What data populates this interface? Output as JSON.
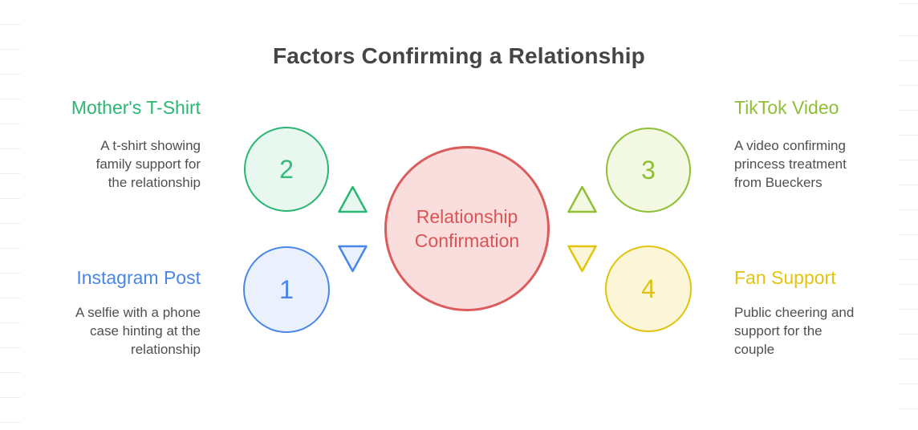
{
  "title": "Factors Confirming a Relationship",
  "center": {
    "lines": [
      "Relationship",
      "Confirmation"
    ],
    "border_color": "#dc5c5c",
    "fill_color": "#fadddd",
    "text_color": "#d95555"
  },
  "factors": [
    {
      "number": "1",
      "heading": "Instagram Post",
      "desc_lines": [
        "A selfie with a phone",
        "case hinting at the",
        "relationship"
      ],
      "color": "#4a86e8",
      "fill_color": "#eaf1fc",
      "side": "left"
    },
    {
      "number": "2",
      "heading": "Mother's T-Shirt",
      "desc_lines": [
        "A t-shirt showing",
        "family support for",
        "the relationship"
      ],
      "color": "#2bb673",
      "fill_color": "#e8f7ef",
      "side": "left"
    },
    {
      "number": "3",
      "heading": "TikTok Video",
      "desc_lines": [
        "A video confirming",
        "princess treatment",
        "from Bueckers"
      ],
      "color": "#8fbf35",
      "fill_color": "#f4f9e3",
      "side": "right"
    },
    {
      "number": "4",
      "heading": "Fan Support",
      "desc_lines": [
        "Public cheering and",
        "support for the",
        "couple"
      ],
      "color": "#e2c40e",
      "fill_color": "#fcf6d8",
      "side": "right"
    }
  ],
  "icons": [
    "triangle-up-green",
    "triangle-down-blue",
    "triangle-up-olive",
    "triangle-down-yellow"
  ],
  "text_colors": {
    "title": "#454545",
    "body": "#4f4f4f"
  }
}
